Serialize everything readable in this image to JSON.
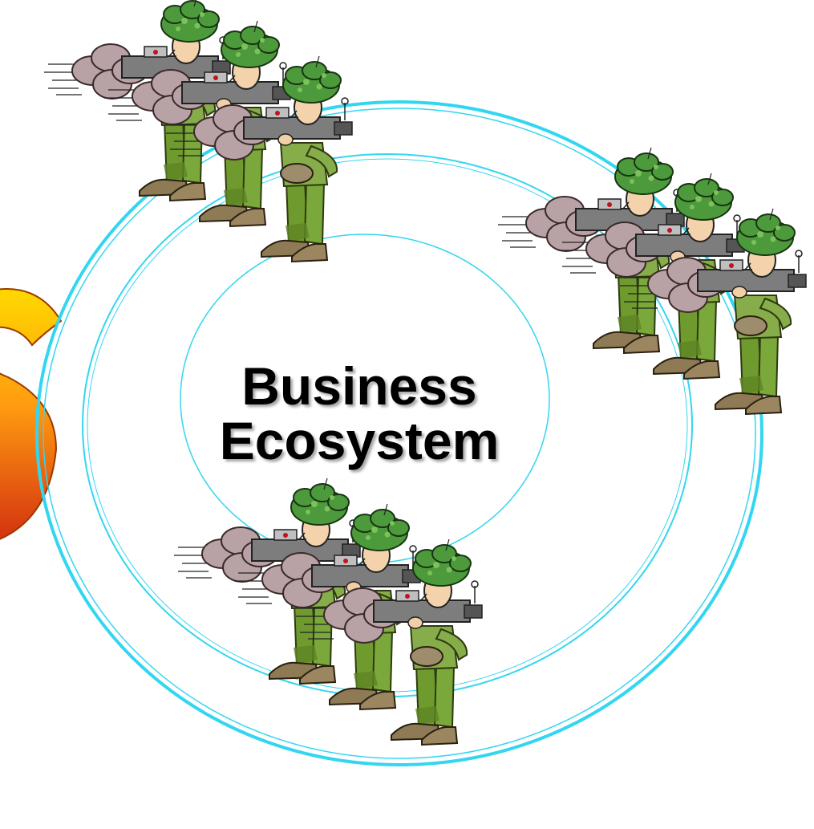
{
  "diagram": {
    "title_line1": "Business",
    "title_line2": "Ecosystem",
    "ring_color": "#33d6f0",
    "accent_gradient": [
      "#ffd800",
      "#ff7a10",
      "#d02a10"
    ],
    "groups": [
      {
        "name": "soldier-group-top-left",
        "count": 3
      },
      {
        "name": "soldier-group-right",
        "count": 3
      },
      {
        "name": "soldier-group-bottom",
        "count": 3
      }
    ],
    "icons": [
      "soldier-with-bazooka-icon",
      "smoke-cloud-icon",
      "camouflage-helmet-icon"
    ]
  }
}
